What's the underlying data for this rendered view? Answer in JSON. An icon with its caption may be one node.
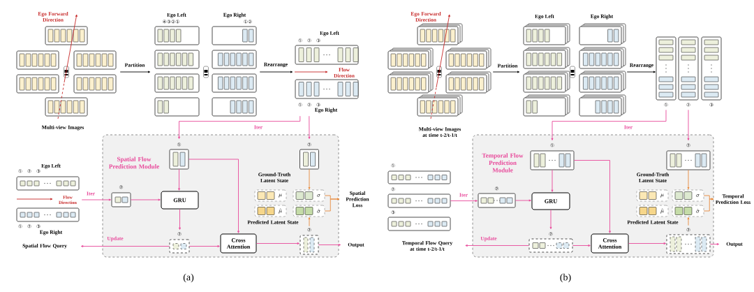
{
  "diagram": {
    "nodes": [
      {
        "text": [
          "Multi-view Images"
        ]
      },
      {
        "text": [
          "Ego Left",
          "Ego Right"
        ]
      },
      {
        "text": [
          "Ego Left",
          "Ego Right"
        ]
      },
      {
        "text": [
          "Spatial Flow Prediction Module"
        ]
      },
      {
        "text": [],
        "shape": "box",
        "beside": [
          "①"
        ],
        "in": 3
      },
      {
        "text": [],
        "shape": "box",
        "beside": [
          "②"
        ],
        "in": 3
      },
      {
        "text": [],
        "shape": "box",
        "beside": [
          "②"
        ],
        "in": 3
      },
      {
        "text": [
          "GRU"
        ],
        "in": 3
      },
      {
        "text": [],
        "shape": "box",
        "beside": [
          "②"
        ],
        "in": 3
      },
      {
        "text": [
          "Cross Attention"
        ],
        "in": 3
      },
      {
        "text": [],
        "shape": "box",
        "beside": [
          "②"
        ],
        "in": 3
      },
      {
        "text": [
          "\\mu"
        ],
        "in": 3
      },
      {
        "text": [
          "\\sigma"
        ],
        "in": 3
      },
      {
        "text": [
          "\\hat{\\mu}"
        ],
        "in": 3
      },
      {
        "text": [
          "\\hat{\\sigma}"
        ],
        "in": 3
      },
      {
        "text": [
          "Spatial Prediction Loss"
        ]
      },
      {
        "text": [
          "Ego Left",
          "Ego Right"
        ]
      },
      {
        "text": [
          "Spatial Flow Query"
        ]
      },
      {
        "text": [
          "Output"
        ]
      },
      {
        "text": [
          "Multi-view Images at time t-2/t-1/t"
        ]
      },
      {
        "text": [
          "Ego Left",
          "Ego Right"
        ]
      },
      {
        "text": [],
        "shape": "box",
        "beside": [
          "①"
        ]
      },
      {
        "text": [],
        "shape": "box",
        "beside": [
          "②"
        ]
      },
      {
        "text": [],
        "shape": "box",
        "beside": [
          "③"
        ]
      },
      {
        "text": [
          "Temporal Flow Prediction Module"
        ]
      },
      {
        "text": [],
        "shape": "box",
        "beside": [
          "①"
        ],
        "in": 24
      },
      {
        "text": [],
        "shape": "box",
        "beside": [
          "②"
        ],
        "in": 24
      },
      {
        "text": [],
        "shape": "box",
        "beside": [
          "②"
        ],
        "in": 24
      },
      {
        "text": [
          "GRU"
        ],
        "in": 24
      },
      {
        "text": [],
        "shape": "box",
        "beside": [
          "②"
        ],
        "in": 24
      },
      {
        "text": [
          "Cross Attention"
        ],
        "in": 24
      },
      {
        "text": [],
        "shape": "box",
        "beside": [
          "②"
        ],
        "in": 24
      },
      {
        "text": [
          "\\mu"
        ],
        "in": 24
      },
      {
        "text": [
          "\\sigma"
        ],
        "in": 24
      },
      {
        "text": [
          "\\hat{\\mu}"
        ],
        "in": 24
      },
      {
        "text": [
          "\\hat{\\sigma}"
        ],
        "in": 24
      },
      {
        "text": [
          "Temporal Prediction Loss"
        ]
      },
      {
        "text": [],
        "shape": "box",
        "beside": [
          "①"
        ]
      },
      {
        "text": [],
        "shape": "box",
        "beside": [
          "②"
        ]
      },
      {
        "text": [],
        "shape": "box",
        "beside": [
          "③"
        ]
      },
      {
        "text": [
          "Temporal Flow Query at time t-2/t-1/t"
        ]
      },
      {
        "text": [
          "Output"
        ]
      }
    ],
    "edges": [
      {
        "from": 0,
        "to": 1,
        "arrow": "to",
        "label": "Partition",
        "color": "#000000"
      },
      {
        "from": 1,
        "to": 2,
        "arrow": "to",
        "label": "Rearrange",
        "color": "#000000"
      },
      {
        "from": 2,
        "to": 4,
        "arrow": "to",
        "label": "Iter"
      },
      {
        "from": 2,
        "to": 5,
        "arrow": "to"
      },
      {
        "from": 16,
        "to": 6,
        "arrow": "to",
        "label": "Iter"
      },
      {
        "from": 6,
        "to": 7,
        "arrow": "to"
      },
      {
        "from": 4,
        "to": 7,
        "arrow": "to"
      },
      {
        "from": 4,
        "to": 9,
        "arrow": "to"
      },
      {
        "from": 7,
        "to": 8,
        "arrow": "to"
      },
      {
        "from": 8,
        "to": 9,
        "arrow": "to"
      },
      {
        "from": 8,
        "to": 17,
        "arrow": "to",
        "label": "Update"
      },
      {
        "from": 9,
        "to": 10,
        "arrow": "to"
      },
      {
        "from": 10,
        "to": 18,
        "arrow": "to"
      },
      {
        "from": 5,
        "to": 12,
        "arrow": "to",
        "color": "#e88a3c"
      },
      {
        "from": 10,
        "to": 14,
        "arrow": "to",
        "color": "#e88a3c"
      },
      {
        "from": 12,
        "to": 15,
        "arrow": "to",
        "color": "#e88a3c"
      },
      {
        "from": 14,
        "to": 15,
        "arrow": "to",
        "color": "#e88a3c"
      },
      {
        "from": 19,
        "to": 20,
        "arrow": "to",
        "label": "Partition",
        "color": "#000000"
      },
      {
        "from": 20,
        "to": 21,
        "arrow": "to",
        "label": "Rearrange",
        "color": "#000000"
      },
      {
        "from": 21,
        "to": 25,
        "arrow": "to",
        "label": "Iter"
      },
      {
        "from": 22,
        "to": 26,
        "arrow": "to"
      },
      {
        "from": 38,
        "to": 27,
        "arrow": "to",
        "label": "Iter"
      },
      {
        "from": 27,
        "to": 28,
        "arrow": "to"
      },
      {
        "from": 25,
        "to": 28,
        "arrow": "to"
      },
      {
        "from": 25,
        "to": 30,
        "arrow": "to"
      },
      {
        "from": 28,
        "to": 29,
        "arrow": "to"
      },
      {
        "from": 29,
        "to": 30,
        "arrow": "to"
      },
      {
        "from": 29,
        "to": 40,
        "arrow": "to",
        "label": "Update"
      },
      {
        "from": 30,
        "to": 31,
        "arrow": "to"
      },
      {
        "from": 31,
        "to": 41,
        "arrow": "to"
      },
      {
        "from": 26,
        "to": 33,
        "arrow": "to",
        "color": "#e88a3c"
      },
      {
        "from": 31,
        "to": 35,
        "arrow": "to",
        "color": "#e88a3c"
      },
      {
        "from": 33,
        "to": 36,
        "arrow": "to",
        "color": "#e88a3c"
      },
      {
        "from": 35,
        "to": 36,
        "arrow": "to",
        "color": "#e88a3c"
      }
    ],
    "labels": [
      "Ego Forward Direction",
      "④③②①",
      "①②",
      "①",
      "②",
      "③",
      "Flow Direction",
      "①",
      "②",
      "③",
      "①",
      "②",
      "③",
      "Flow Direction",
      "①",
      "②",
      "③",
      "Ground-Truth Latent State",
      "Predicted Latent State",
      "(a)",
      "Ego Forward Direction",
      "Ground-Truth Latent State",
      "Predicted Latent State",
      "(b)"
    ]
  }
}
